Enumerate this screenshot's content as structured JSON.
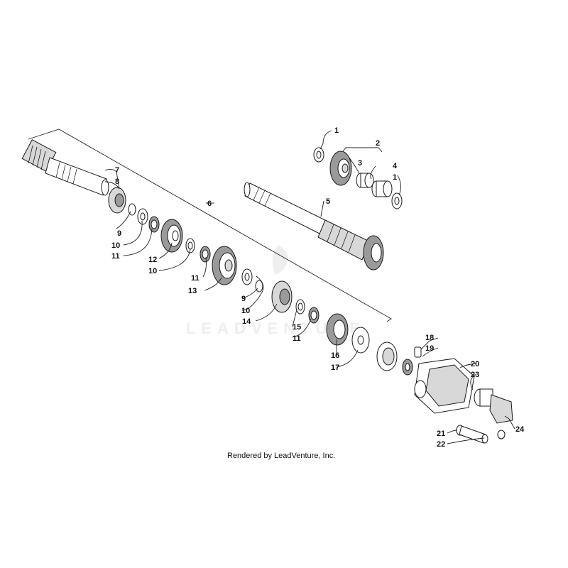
{
  "credit": "Rendered by LeadVenture, Inc.",
  "watermark": "LEADVENTURE",
  "callouts": [
    "1",
    "2",
    "3",
    "4",
    "1",
    "5",
    "6",
    "7",
    "8",
    "9",
    "10",
    "11",
    "12",
    "10",
    "11",
    "13",
    "9",
    "10",
    "14",
    "15",
    "11",
    "16",
    "17",
    "18",
    "19",
    "20",
    "23",
    "21",
    "22",
    "24"
  ],
  "colors": {
    "line": "#1a1a1a",
    "part_shade": "#9a9a9a",
    "watermark": "#eeeeee"
  }
}
